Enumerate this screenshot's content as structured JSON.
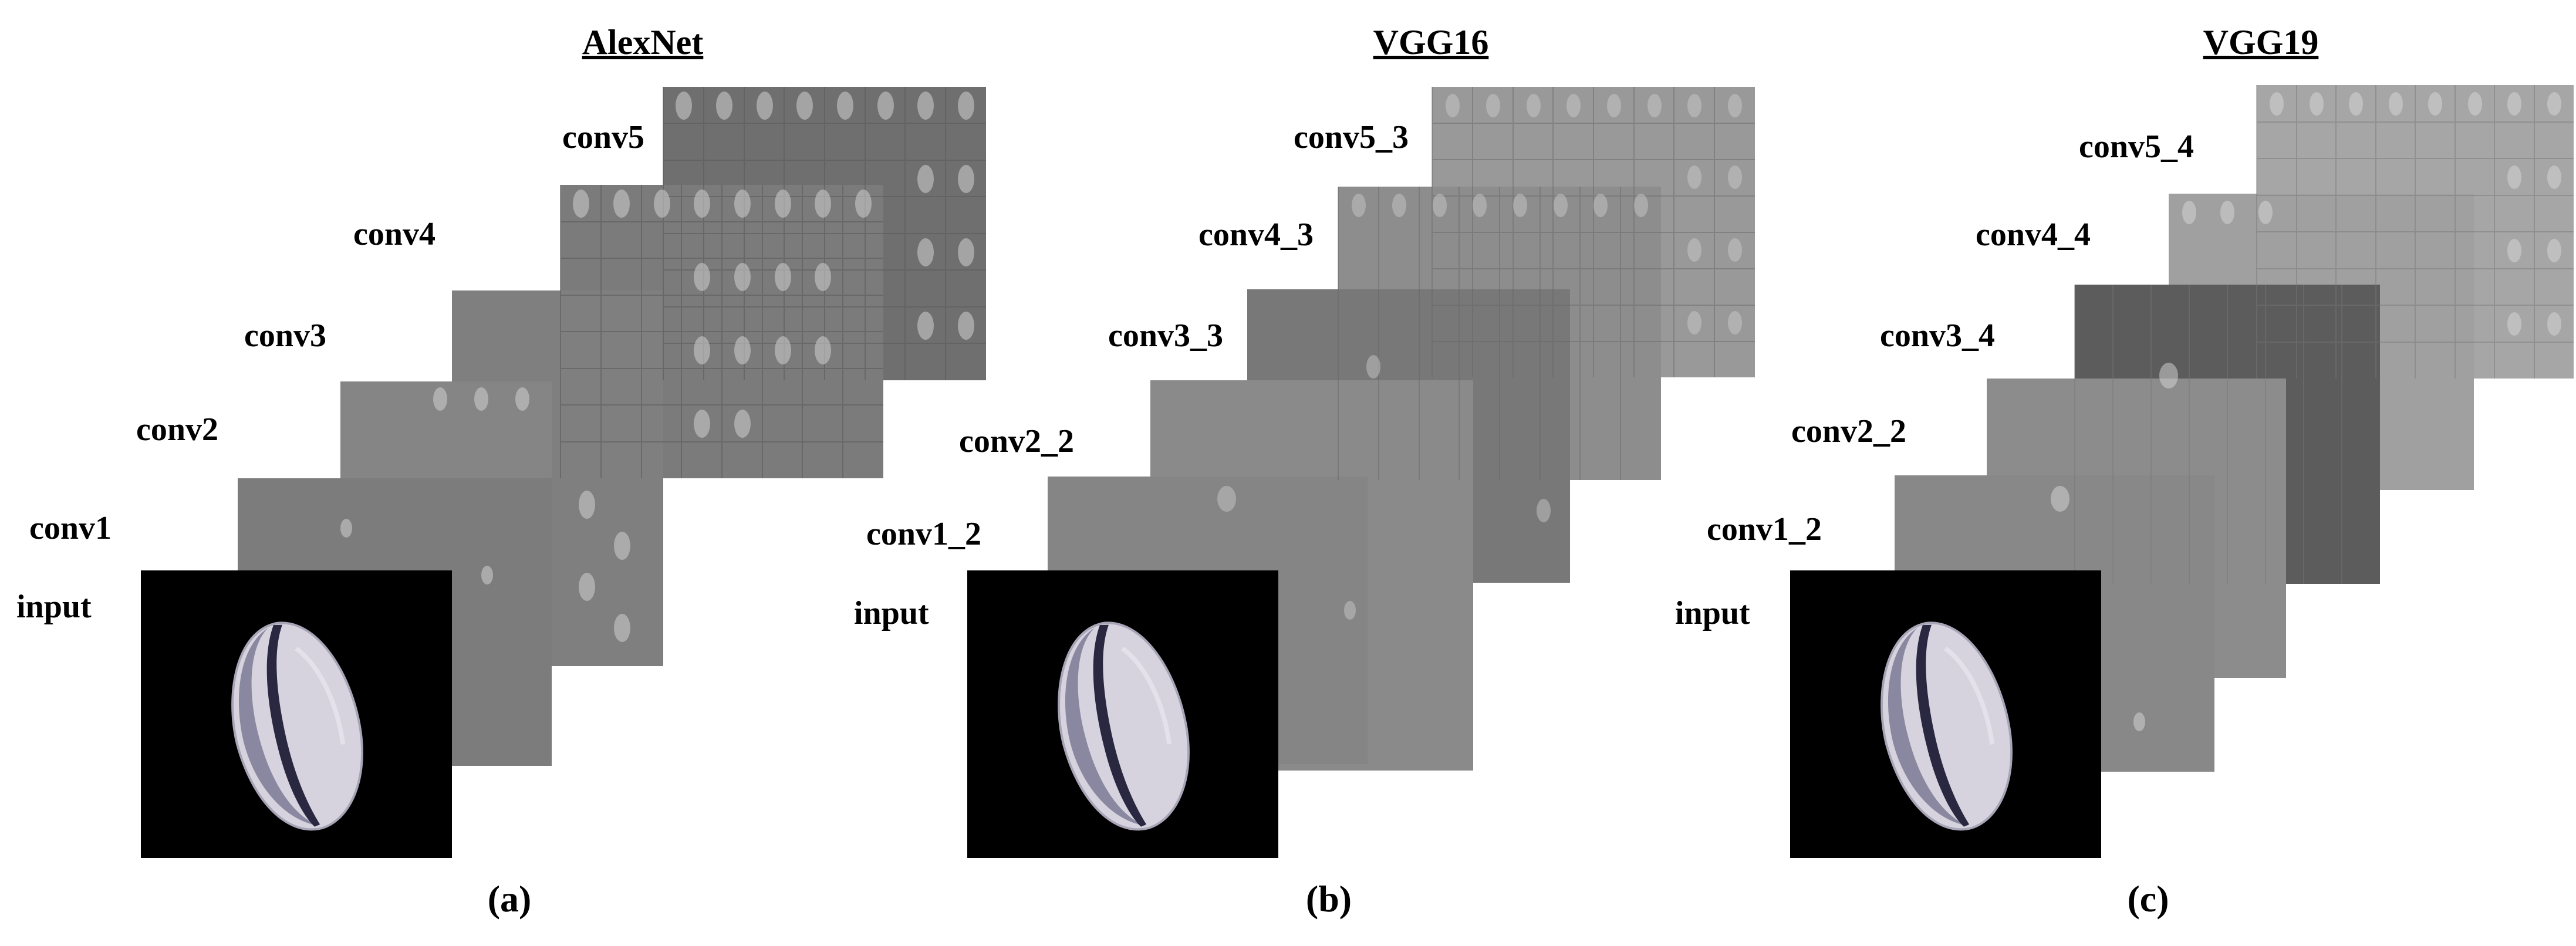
{
  "panels": [
    {
      "id": "a",
      "title": "AlexNet",
      "caption": "(a)",
      "input_label": "input",
      "layers": [
        "conv1",
        "conv2",
        "conv3",
        "conv4",
        "conv5"
      ],
      "layer_tones": [
        "#7c7c7c",
        "#858585",
        "#7f7f7f",
        "#7b7b7b",
        "#6f6f6f"
      ]
    },
    {
      "id": "b",
      "title": "VGG16",
      "caption": "(b)",
      "input_label": "input",
      "layers": [
        "conv1_2",
        "conv2_2",
        "conv3_3",
        "conv4_3",
        "conv5_3"
      ],
      "layer_tones": [
        "#858585",
        "#8a8a8a",
        "#787878",
        "#8d8d8d",
        "#999999"
      ]
    },
    {
      "id": "c",
      "title": "VGG19",
      "caption": "(c)",
      "input_label": "input",
      "layers": [
        "conv1_2",
        "conv2_2",
        "conv3_4",
        "conv4_4",
        "conv5_4"
      ],
      "layer_tones": [
        "#888888",
        "#8c8c8c",
        "#5c5c5c",
        "#a0a0a0",
        "#a6a6a6"
      ]
    }
  ],
  "colors": {
    "input_background": "#000000",
    "pistachio_shell": "#d6d3de",
    "pistachio_shadow": "#8a87a0",
    "pistachio_split": "#2a2840",
    "feature_blob": "#d0d0d0"
  }
}
